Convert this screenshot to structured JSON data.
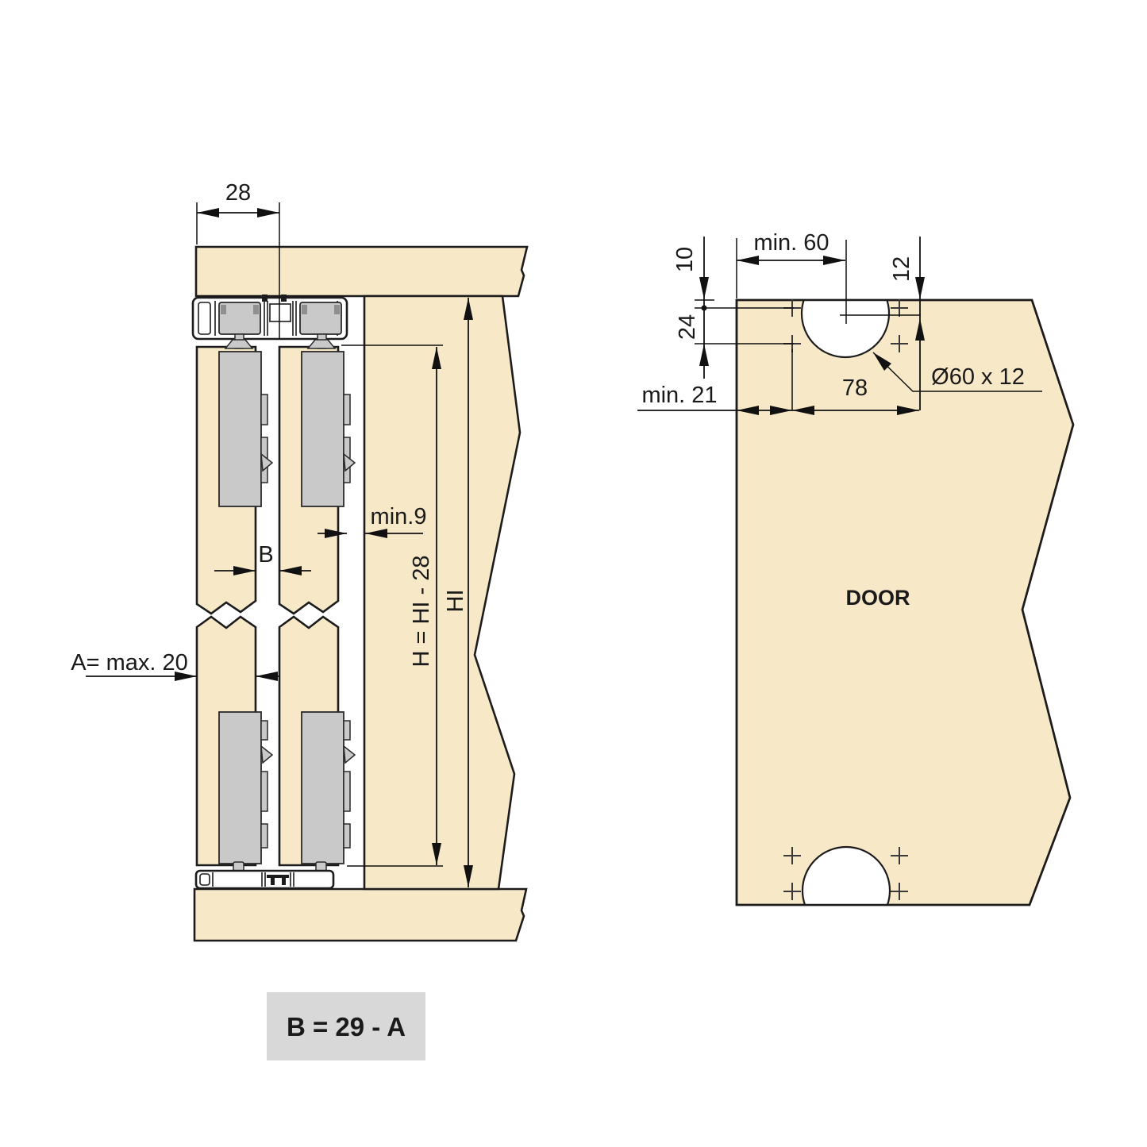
{
  "drawing_type": "sliding-door fitting installation diagram",
  "colors": {
    "wood_panel": "#F7E8C8",
    "hardware_metal": "#C9C9C9",
    "outline": "#1C1C1C",
    "formula_box_bg": "#D8D8D8",
    "background": "#FFFFFF"
  },
  "left_view": {
    "dim_track_offset": "28",
    "dim_min_clearance": "min.9",
    "dim_door_gap": "B",
    "dim_door_thickness": "A= max. 20",
    "dim_door_height": "H = HI - 28",
    "dim_interior_height": "HI",
    "formula": "B = 29 - A"
  },
  "right_view": {
    "door_label": "DOOR",
    "dim_top_edge_offset": "10",
    "dim_row_spacing": "24",
    "dim_min_center_distance": "min. 60",
    "dim_recess_depth_offset": "12",
    "dim_min_edge_distance": "min. 21",
    "dim_hole_span": "78",
    "recess_spec": "Ø60 x 12"
  }
}
